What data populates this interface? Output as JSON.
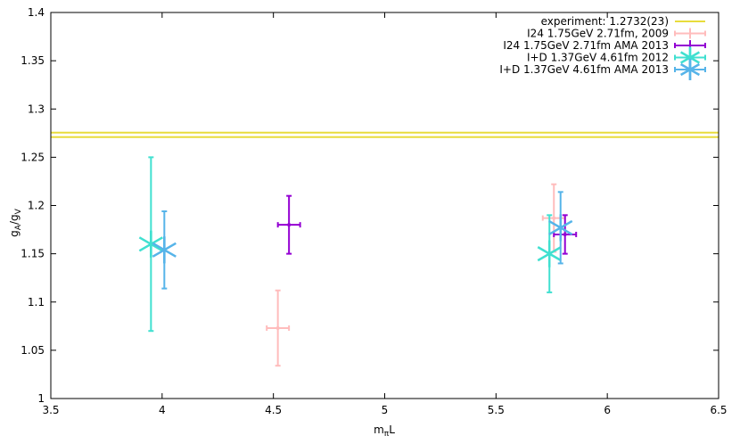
{
  "chart_data": {
    "type": "scatter",
    "title": "",
    "xlabel": "m",
    "xlabel_sub": "π",
    "xlabel_suffix": "L",
    "ylabel": "g",
    "ylabel_sub1": "A",
    "ylabel_sep": "/g",
    "ylabel_sub2": "V",
    "xlim": [
      3.5,
      6.5
    ],
    "ylim": [
      1.0,
      1.4
    ],
    "xticks": [
      3.5,
      4,
      4.5,
      5,
      5.5,
      6,
      6.5
    ],
    "xtick_labels": [
      "3.5",
      "4",
      "4.5",
      "5",
      "5.5",
      "6",
      "6.5"
    ],
    "yticks": [
      1.0,
      1.05,
      1.1,
      1.15,
      1.2,
      1.25,
      1.3,
      1.35,
      1.4
    ],
    "ytick_labels": [
      "1",
      "1.05",
      "1.1",
      "1.15",
      "1.2",
      "1.25",
      "1.3",
      "1.35",
      "1.4"
    ],
    "grid": false,
    "legend_position": "top-right",
    "experiment": {
      "name": "experiment: 1.2732(23)",
      "value": 1.2732,
      "error": 0.0023,
      "color": "#e8dc3c"
    },
    "series": [
      {
        "name": "I24 1.75GeV 2.71fm, 2009",
        "color": "#ffbcbc",
        "marker": "dot",
        "points": [
          {
            "x": 4.52,
            "y": 1.073,
            "xerr": 0.05,
            "yerr": 0.039
          },
          {
            "x": 5.76,
            "y": 1.187,
            "xerr": 0.05,
            "yerr": 0.035
          }
        ]
      },
      {
        "name": "I24 1.75GeV 2.71fm AMA 2013",
        "color": "#9400d3",
        "marker": "dot",
        "points": [
          {
            "x": 4.57,
            "y": 1.18,
            "xerr": 0.05,
            "yerr": 0.03
          },
          {
            "x": 5.81,
            "y": 1.17,
            "xerr": 0.05,
            "yerr": 0.02
          }
        ]
      },
      {
        "name": "I+D 1.37GeV 4.61fm 2012",
        "color": "#40e0d0",
        "marker": "star",
        "points": [
          {
            "x": 3.95,
            "y": 1.16,
            "xerr": 0.0,
            "yerr": 0.09
          },
          {
            "x": 5.74,
            "y": 1.15,
            "xerr": 0.0,
            "yerr": 0.04
          }
        ]
      },
      {
        "name": "I+D 1.37GeV 4.61fm AMA 2013",
        "color": "#56b4e9",
        "marker": "star",
        "points": [
          {
            "x": 4.01,
            "y": 1.154,
            "xerr": 0.0,
            "yerr": 0.04
          },
          {
            "x": 5.79,
            "y": 1.177,
            "xerr": 0.0,
            "yerr": 0.037
          }
        ]
      }
    ]
  }
}
